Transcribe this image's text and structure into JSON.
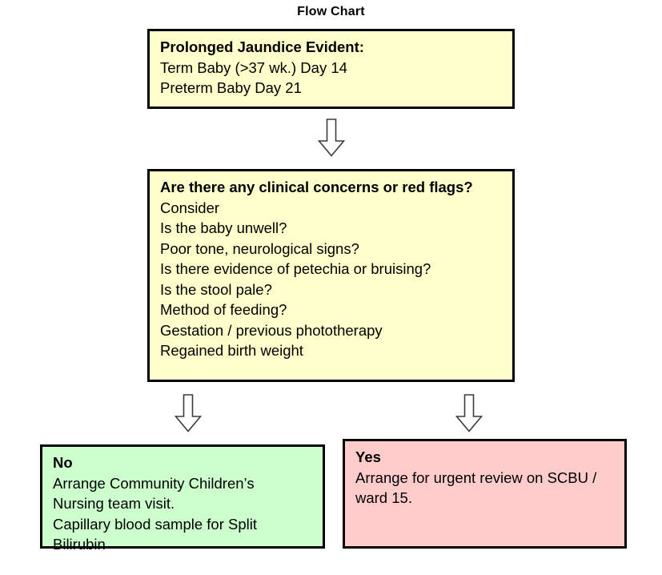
{
  "chart_data": {
    "type": "diagram",
    "title": "Flow Chart",
    "nodes": [
      {
        "id": "start",
        "shape": "rectangle",
        "fill": "#FFFFCC",
        "border": "#000000",
        "lines": [
          {
            "text": "Prolonged Jaundice Evident:",
            "bold": true
          },
          {
            "text": "Term Baby (>37 wk.) Day 14",
            "bold": false
          },
          {
            "text": "Preterm Baby Day 21",
            "bold": false
          }
        ]
      },
      {
        "id": "decision",
        "shape": "rectangle",
        "fill": "#FFFFCC",
        "border": "#000000",
        "lines": [
          {
            "text": "Are there any clinical concerns or red flags?",
            "bold": true
          },
          {
            "text": "Consider",
            "bold": false
          },
          {
            "text": "Is the baby unwell?",
            "bold": false
          },
          {
            "text": "Poor tone, neurological signs?",
            "bold": false
          },
          {
            "text": "Is there evidence of petechia or bruising?",
            "bold": false
          },
          {
            "text": "Is the stool pale?",
            "bold": false
          },
          {
            "text": "Method of feeding?",
            "bold": false
          },
          {
            "text": "Gestation / previous phototherapy",
            "bold": false
          },
          {
            "text": "Regained birth weight",
            "bold": false
          }
        ]
      },
      {
        "id": "outcome-no",
        "shape": "rectangle",
        "fill": "#CCFFCC",
        "border": "#000000",
        "lines": [
          {
            "text": "No",
            "bold": true
          },
          {
            "text": "Arrange Community Children’s",
            "bold": false
          },
          {
            "text": "Nursing team visit.",
            "bold": false
          },
          {
            "text": "Capillary blood sample for Split",
            "bold": false
          },
          {
            "text": "Bilirubin",
            "bold": false
          }
        ]
      },
      {
        "id": "outcome-yes",
        "shape": "rectangle",
        "fill": "#FFCCCC",
        "border": "#000000",
        "lines": [
          {
            "text": "Yes",
            "bold": true
          },
          {
            "text": "Arrange for urgent review on SCBU /",
            "bold": false
          },
          {
            "text": "ward 15.",
            "bold": false
          }
        ]
      }
    ],
    "edges": [
      {
        "from": "start",
        "to": "decision",
        "style": "block-arrow-down",
        "label": ""
      },
      {
        "from": "decision",
        "to": "outcome-no",
        "style": "block-arrow-down",
        "label": ""
      },
      {
        "from": "decision",
        "to": "outcome-yes",
        "style": "block-arrow-down",
        "label": ""
      }
    ],
    "background": "#FFFFFF"
  }
}
